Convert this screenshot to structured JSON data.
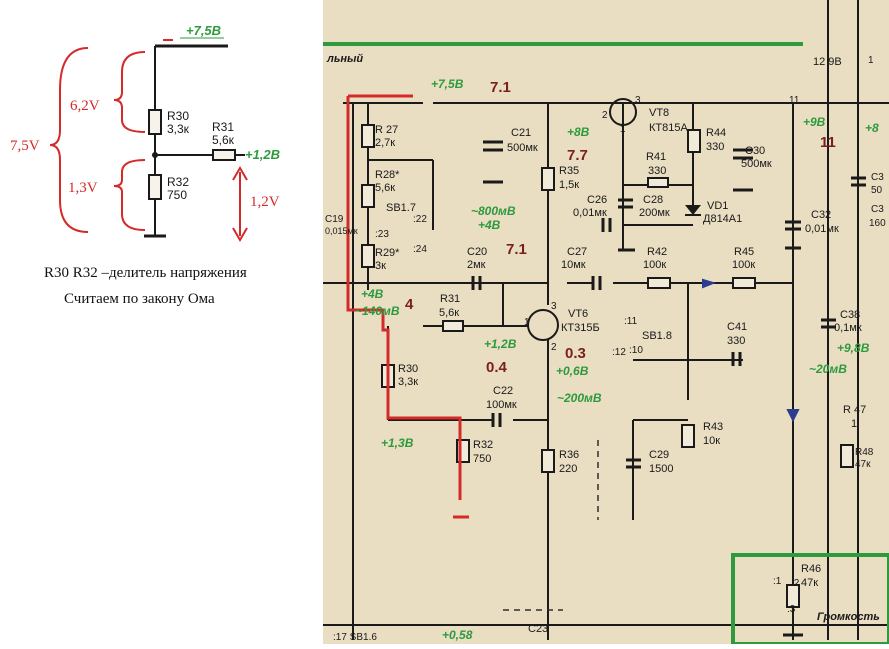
{
  "colors": {
    "paper": "#e9ddc2",
    "ink": "#1a1a1a",
    "green": "#2e9a3e",
    "red": "#d42a2a",
    "dark_red": "#7a1f1f",
    "blue": "#2b3d8f"
  },
  "left": {
    "top_voltage": "+7,5В",
    "total_bracket": "7,5V",
    "upper_bracket": "6,2V",
    "lower_bracket": "1,3V",
    "output_voltage": "+1,2В",
    "arrow_label": "1,2V",
    "r30": {
      "name": "R30",
      "value": "3,3к"
    },
    "r31": {
      "name": "R31",
      "value": "5,6к"
    },
    "r32": {
      "name": "R32",
      "value": "750"
    },
    "caption1": "R30 R32 –делитель напряжения",
    "caption2": "Считаем по закону Ома"
  },
  "schematic": {
    "header_text": "льный",
    "supply": {
      "voltage": "+7,5В",
      "mark": "7.1"
    },
    "r27": {
      "name": "R 27",
      "value": "2,7к"
    },
    "r28": {
      "name": "R28*",
      "value": "5,6к"
    },
    "sb17": {
      "name": "SB1.7",
      "pins": [
        ":22",
        ":23",
        ":24"
      ]
    },
    "r29": {
      "name": "R29*",
      "value": "3к"
    },
    "c19": {
      "name": "C19",
      "value": "0,015мк"
    },
    "c21": {
      "name": "C21",
      "value": "500мк"
    },
    "v8": {
      "voltage": "+8В",
      "mark": "7.7"
    },
    "vt8": {
      "name": "VT8",
      "type": "КТ815А",
      "pins": [
        "1",
        "2",
        "3"
      ]
    },
    "r44": {
      "name": "R44",
      "value": "330"
    },
    "c30": {
      "name": "C30",
      "value": "500мк"
    },
    "v9": {
      "voltage": "12 9В",
      "pins": [
        "11",
        "1"
      ]
    },
    "v98": {
      "voltage": "+9В",
      "mark": "11"
    },
    "r41": {
      "name": "R41",
      "value": "330"
    },
    "c28": {
      "name": "C28",
      "value": "200мк"
    },
    "vd1": {
      "name": "VD1",
      "type": "Д814А1"
    },
    "r35": {
      "name": "R35",
      "value": "1,5к"
    },
    "c26": {
      "name": "C26",
      "value": "0,01мк"
    },
    "c32": {
      "name": "C32",
      "value": "0,01мк"
    },
    "v800": {
      "voltage": "~800мВ",
      "voltage2": "+4В",
      "mark": "7.1"
    },
    "c20": {
      "name": "C20",
      "value": "2мк"
    },
    "c27": {
      "name": "C27",
      "value": "10мк"
    },
    "r42": {
      "name": "R42",
      "value": "100к"
    },
    "r45": {
      "name": "R45",
      "value": "100к"
    },
    "v4": {
      "voltage": "+4В",
      "mark": "4"
    },
    "v140": {
      "voltage": "~140мВ"
    },
    "r31": {
      "name": "R31",
      "value": "5,6к"
    },
    "vt6": {
      "name": "VT6",
      "type": "КТ315Б",
      "pins": [
        "1",
        "2",
        "3"
      ]
    },
    "sb18": {
      "name": "SB1.8",
      "pins": [
        ":11",
        ":12",
        ":10"
      ]
    },
    "c41": {
      "name": "C41",
      "value": "330"
    },
    "v12": {
      "voltage": "+1,2В",
      "mark": "0.4"
    },
    "v06": {
      "voltage": "+0,6В",
      "mark": "0.3"
    },
    "v200": {
      "voltage": "~200мВ"
    },
    "r30": {
      "name": "R30",
      "value": "3,3к"
    },
    "v13": {
      "voltage": "+1,3В"
    },
    "c22": {
      "name": "C22",
      "value": "100мк"
    },
    "r43": {
      "name": "R43",
      "value": "10к"
    },
    "r32": {
      "name": "R32",
      "value": "750"
    },
    "r36": {
      "name": "R36",
      "value": "220"
    },
    "c29": {
      "name": "C29",
      "value": "1500"
    },
    "c38": {
      "name": "C38",
      "value": "0,1мк"
    },
    "v98b": {
      "voltage": "+9,8В"
    },
    "v20": {
      "voltage": "~20мВ"
    },
    "r47": {
      "name": "R 47",
      "value": "1"
    },
    "r48": {
      "name": "R48",
      "value": "47к"
    },
    "r46": {
      "name": "R46",
      "value": "47к",
      "pins": [
        ":1",
        ":2",
        ":3"
      ]
    },
    "volume": "Громкость",
    "c23": {
      "name": "C23"
    },
    "sb16": {
      "text": ":17  SB1.6"
    },
    "v058": {
      "voltage": "+0,58"
    },
    "right_edge": [
      "+8",
      "C3",
      "50",
      "C3",
      "160"
    ]
  }
}
